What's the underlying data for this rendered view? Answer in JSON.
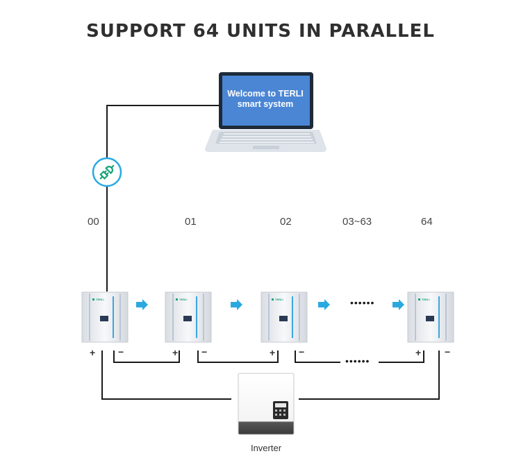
{
  "title": "SUPPORT 64 UNITS IN PARALLEL",
  "laptop": {
    "line1": "Welcome to TERLI",
    "line2": "smart system"
  },
  "unit_labels": [
    "00",
    "01",
    "02",
    "03~63",
    "64"
  ],
  "battery_brand": "TERLI",
  "ellipsis": "••••••",
  "plus_sign": "+",
  "minus_sign": "−",
  "inverter_label": "Inverter",
  "colors": {
    "accent_blue": "#2aa9e0",
    "screen_blue": "#4a86d4",
    "laptop_frame": "#1e2a3a",
    "wire": "#1a1a1a",
    "battery_green": "#1aa37a"
  }
}
